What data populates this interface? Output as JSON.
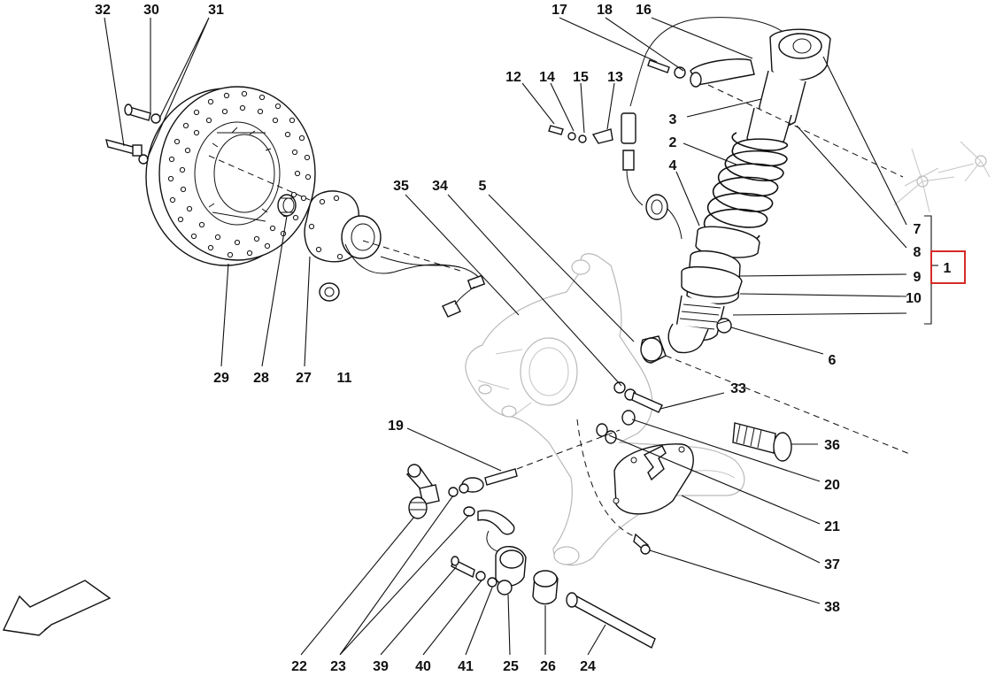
{
  "callouts": {
    "c32": "32",
    "c30": "30",
    "c31": "31",
    "c17": "17",
    "c18": "18",
    "c16": "16",
    "c12": "12",
    "c14": "14",
    "c15": "15",
    "c13": "13",
    "c3": "3",
    "c2": "2",
    "c4": "4",
    "c35": "35",
    "c34": "34",
    "c5": "5",
    "c7": "7",
    "c8": "8",
    "c9": "9",
    "c10": "10",
    "c1": "1",
    "c6": "6",
    "c29": "29",
    "c28": "28",
    "c27": "27",
    "c11": "11",
    "c33": "33",
    "c36": "36",
    "c19": "19",
    "c20": "20",
    "c21": "21",
    "c37": "37",
    "c38": "38",
    "c22": "22",
    "c23": "23",
    "c39": "39",
    "c40": "40",
    "c41": "41",
    "c25": "25",
    "c26": "26",
    "c24": "24"
  },
  "highlight": {
    "label": "1",
    "color": "#d62a2a"
  }
}
